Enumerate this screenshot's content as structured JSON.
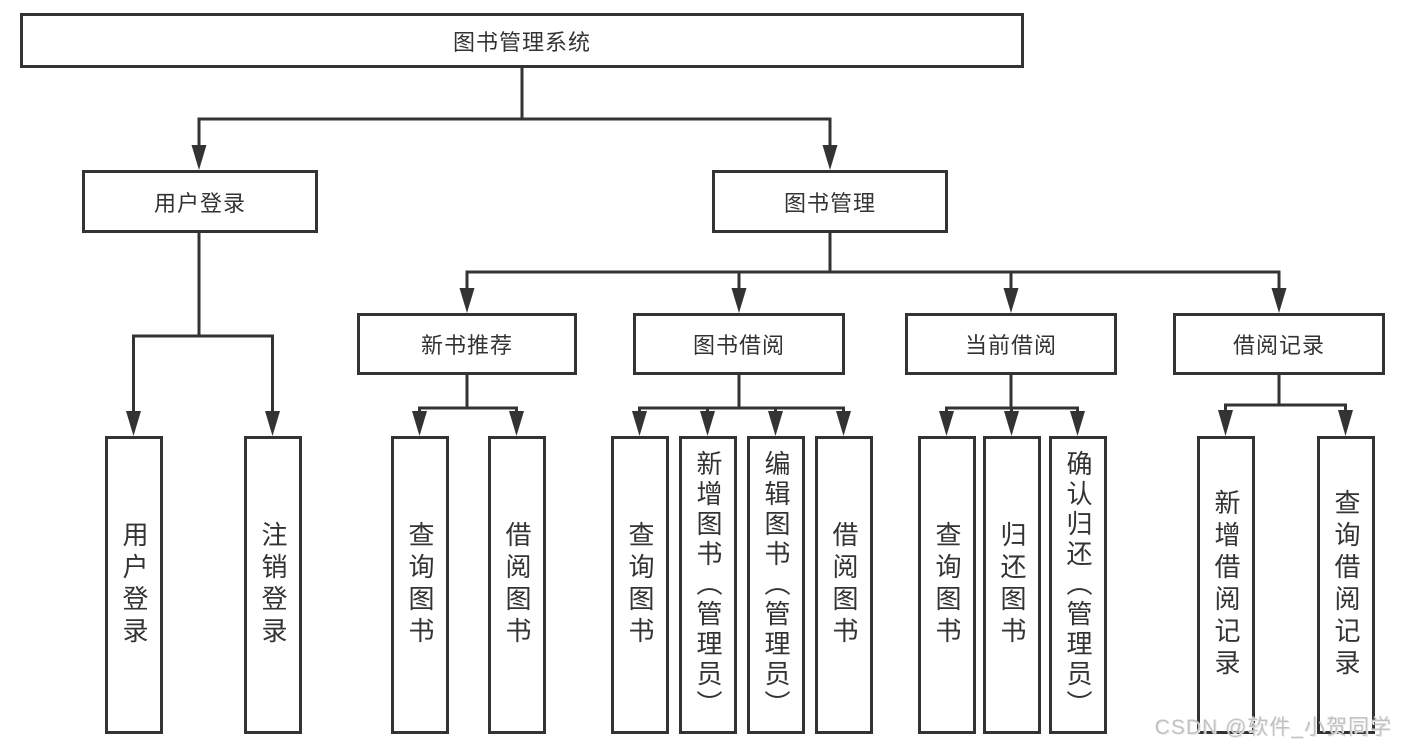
{
  "colors": {
    "line": "#333333",
    "text": "#333333",
    "box_background": "#ffffff",
    "watermark": "#c2c2c2"
  },
  "tree": {
    "root": {
      "label": "图书管理系统"
    },
    "branches": [
      {
        "label": "用户登录",
        "leaves": [
          "用户登录",
          "注销登录"
        ]
      },
      {
        "label": "图书管理",
        "groups": [
          {
            "label": "新书推荐",
            "leaves": [
              "查询图书",
              "借阅图书"
            ]
          },
          {
            "label": "图书借阅",
            "leaves": [
              "查询图书",
              "新增图书（管理员）",
              "编辑图书（管理员）",
              "借阅图书"
            ]
          },
          {
            "label": "当前借阅",
            "leaves": [
              "查询图书",
              "归还图书",
              "确认归还（管理员）"
            ]
          },
          {
            "label": "借阅记录",
            "leaves": [
              "新增借阅记录",
              "查询借阅记录"
            ]
          }
        ]
      }
    ]
  },
  "watermark": "CSDN @软件_小贺同学"
}
